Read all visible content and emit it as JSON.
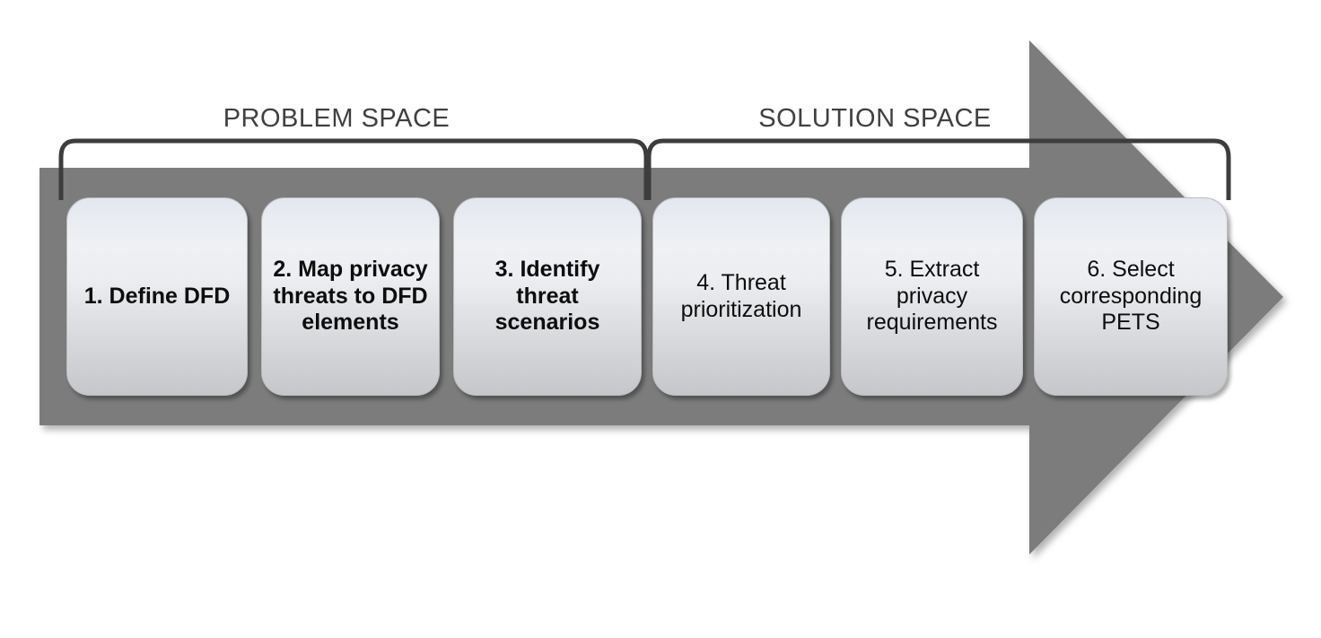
{
  "diagram": {
    "title_absent": true,
    "sections": [
      {
        "id": "problem-space",
        "label": "PROBLEM SPACE",
        "steps": [
          1,
          2,
          3
        ]
      },
      {
        "id": "solution-space",
        "label": "SOLUTION SPACE",
        "steps": [
          4,
          5,
          6
        ]
      }
    ],
    "steps": [
      {
        "number": "1",
        "label": "1. Define DFD",
        "emphasis": true
      },
      {
        "number": "2",
        "label": "2. Map privacy threats to DFD elements",
        "emphasis": true
      },
      {
        "number": "3",
        "label": "3. Identify threat scenarios",
        "emphasis": true
      },
      {
        "number": "4",
        "label": "4. Threat prioritization",
        "emphasis": false
      },
      {
        "number": "5",
        "label": "5. Extract privacy requirements",
        "emphasis": false
      },
      {
        "number": "6",
        "label": "6. Select corresponding PETS",
        "emphasis": false
      }
    ],
    "arrow": {
      "name": "process-flow-arrow",
      "direction": "right",
      "color": "#7c7c7c"
    },
    "colors": {
      "arrow_grey": "#7c7c7c",
      "bracket_line": "#3d3d3d",
      "label_text": "#404040",
      "box_text": "#0d0d0d",
      "box_gradient_top": "#e3e7ef",
      "box_gradient_bottom": "#c5c7ca",
      "background": "#ffffff"
    }
  }
}
